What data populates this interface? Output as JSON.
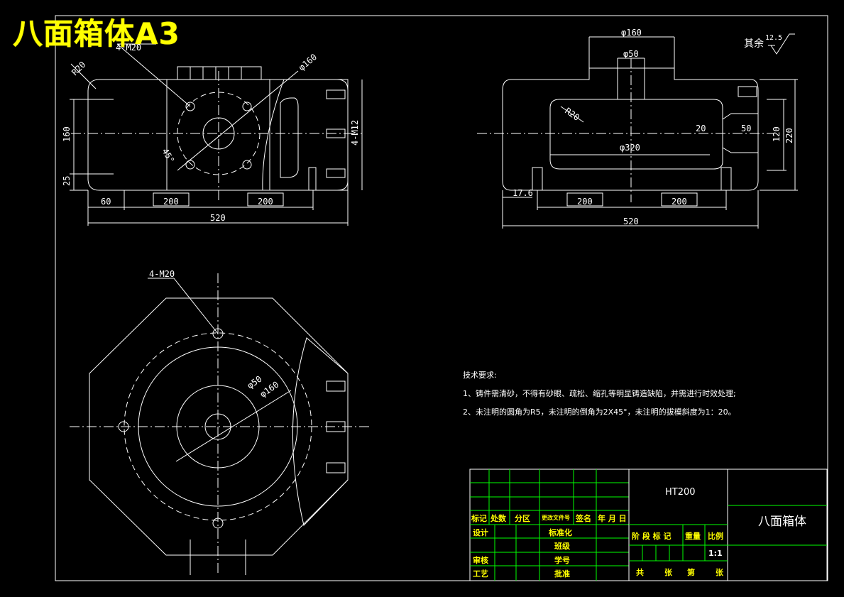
{
  "title": "八面箱体A3",
  "front_view": {
    "dims": {
      "r20": "R20",
      "m20": "4-M20",
      "phi160": "φ160",
      "angle45": "45°",
      "m12": "4-M12",
      "h160": "160",
      "h25": "25",
      "w60": "60",
      "w200a": "200",
      "w200b": "200",
      "w520": "520"
    }
  },
  "side_view": {
    "dims": {
      "phi160": "φ160",
      "phi50": "φ50",
      "roughness": "其余",
      "ra": "12.5",
      "r20": "R20",
      "d20": "20",
      "d50": "50",
      "h120": "120",
      "h220": "220",
      "phi320": "φ320",
      "d17": "17.6",
      "w200a": "200",
      "w200b": "200",
      "w520": "520"
    }
  },
  "top_view": {
    "dims": {
      "m20": "4-M20",
      "phi50": "φ50",
      "phi160": "φ160"
    }
  },
  "notes": {
    "heading": "技术要求:",
    "line1": "1、铸件需清砂，不得有砂眼、疏松、缩孔等明显铸造缺陷，并需进行时效处理;",
    "line2": "2、未注明的圆角为R5，未注明的倒角为2X45°，未注明的拔模斜度为1：20。"
  },
  "title_block": {
    "material": "HT200",
    "part_name": "八面箱体",
    "h_mark": "标记",
    "h_count": "处数",
    "h_zone": "分区",
    "h_docno": "更改文件号",
    "h_sign": "签名",
    "h_date": "年 月 日",
    "design": "设计",
    "standard": "标准化",
    "class": "班级",
    "review": "审核",
    "student_no": "学号",
    "process": "工艺",
    "approve": "批准",
    "stage_mark": "阶 段 标 记",
    "weight": "重量",
    "ratio": "比例",
    "scale": "1:1",
    "sheets_total": "共",
    "sheets_unit1": "张",
    "sheet_no": "第",
    "sheets_unit2": "张"
  }
}
